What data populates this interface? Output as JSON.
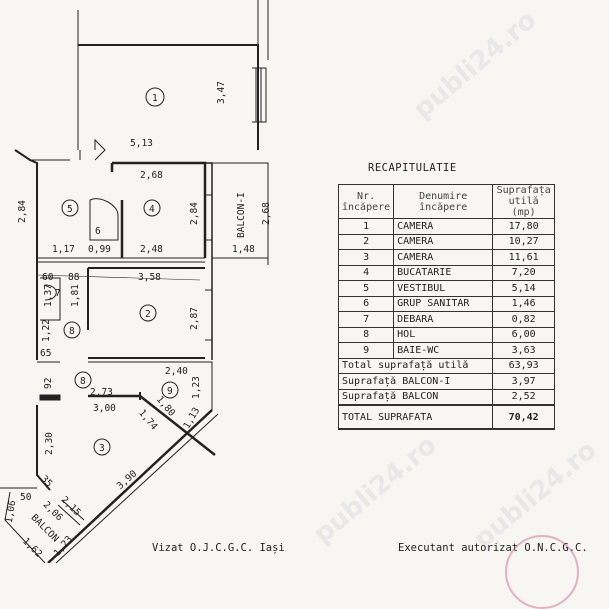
{
  "watermark": "publi24.ro",
  "plan": {
    "rooms": {
      "r1": "1",
      "r2": "2",
      "r3": "3",
      "r4": "4",
      "r5": "5",
      "r6": "6",
      "r7": "7",
      "r8a": "8",
      "r8b": "8",
      "r9": "9"
    },
    "labels": {
      "balcon_i": "BALCON-I",
      "balcon": "BALCON"
    },
    "dims": {
      "d347": "3,47",
      "d513": "5,13",
      "d268a": "2,68",
      "d284a": "2,84",
      "d284b": "2,84",
      "d268b": "2,68",
      "d117": "1,17",
      "d099": "0,99",
      "d248": "2,48",
      "d148": "1,48",
      "d60": "60",
      "d88": "88",
      "d358": "3,58",
      "d137": "1,37",
      "d181": "1,81",
      "d287": "2,87",
      "d122": "1,22",
      "d65": "65",
      "d240": "2,40",
      "d92": "92",
      "d123a": "1,23",
      "d273": "2,73",
      "d300": "3,00",
      "d180": "1,80",
      "d174": "1,74",
      "d113": "1,13",
      "d230": "2,30",
      "d390": "3,90",
      "d35": "35",
      "d50": "50",
      "d215": "2,15",
      "d206": "2,06",
      "d106": "1,06",
      "d162": "1,62",
      "d123b": "1,23"
    }
  },
  "recap": {
    "title": "RECAPITULATIE",
    "headers": [
      "Nr. încăpere",
      "Denumire încăpere",
      "Suprafața utilă (mp)"
    ],
    "rows": [
      {
        "nr": "1",
        "name": "CAMERA",
        "area": "17,80"
      },
      {
        "nr": "2",
        "name": "CAMERA",
        "area": "10,27"
      },
      {
        "nr": "3",
        "name": "CAMERA",
        "area": "11,61"
      },
      {
        "nr": "4",
        "name": "BUCATARIE",
        "area": "7,20"
      },
      {
        "nr": "5",
        "name": "VESTIBUL",
        "area": "5,14"
      },
      {
        "nr": "6",
        "name": "GRUP SANITAR",
        "area": "1,46"
      },
      {
        "nr": "7",
        "name": "DEBARA",
        "area": "0,82"
      },
      {
        "nr": "8",
        "name": "HOL",
        "area": "6,00"
      },
      {
        "nr": "9",
        "name": "BAIE-WC",
        "area": "3,63"
      }
    ],
    "totals": [
      {
        "label": "Total suprafață utilă",
        "value": "63,93"
      },
      {
        "label": "Suprafață BALCON-I",
        "value": "3,97"
      },
      {
        "label": "Suprafață BALCON",
        "value": "2,52"
      }
    ],
    "grand": {
      "label": "TOTAL SUPRAFATA",
      "value": "70,42"
    }
  },
  "footer": {
    "left": "Vizat O.J.C.G.C. Iași",
    "right": "Executant autorizat O.N.C.G.C."
  }
}
